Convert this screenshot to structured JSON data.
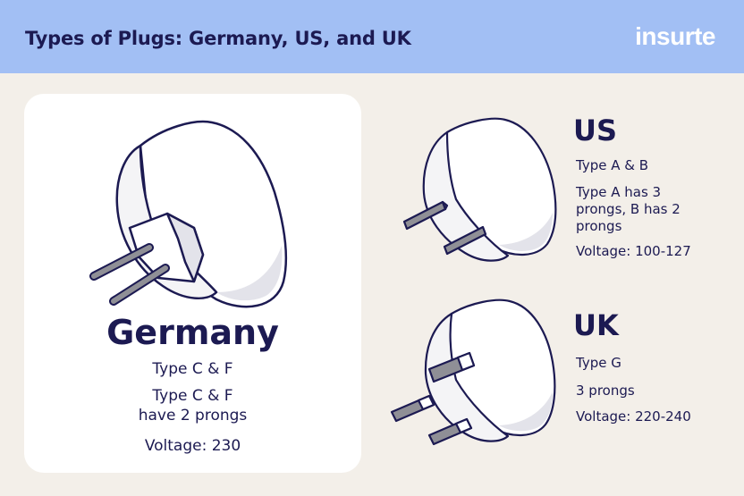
{
  "header": {
    "title": "Types of Plugs: Germany, US, and UK",
    "logo": "insurte"
  },
  "germany": {
    "name": "Germany",
    "types": "Type C & F",
    "prongs_line1": "Type C & F",
    "prongs_line2": "have 2 prongs",
    "voltage": "Voltage: 230"
  },
  "us": {
    "name": "US",
    "types": "Type A & B",
    "prongs_line1": "Type A has 3",
    "prongs_line2": "prongs, B has 2",
    "prongs_line3": "prongs",
    "voltage": "Voltage: 100-127"
  },
  "uk": {
    "name": "UK",
    "types": "Type G",
    "prongs": "3 prongs",
    "voltage": "Voltage: 220-240"
  },
  "colors": {
    "header_bg": "#a2bff4",
    "page_bg": "#f3efe9",
    "text": "#1c1a52",
    "card_bg": "#ffffff"
  },
  "icons": [
    "germany-plug-icon",
    "us-plug-icon",
    "uk-plug-icon"
  ]
}
